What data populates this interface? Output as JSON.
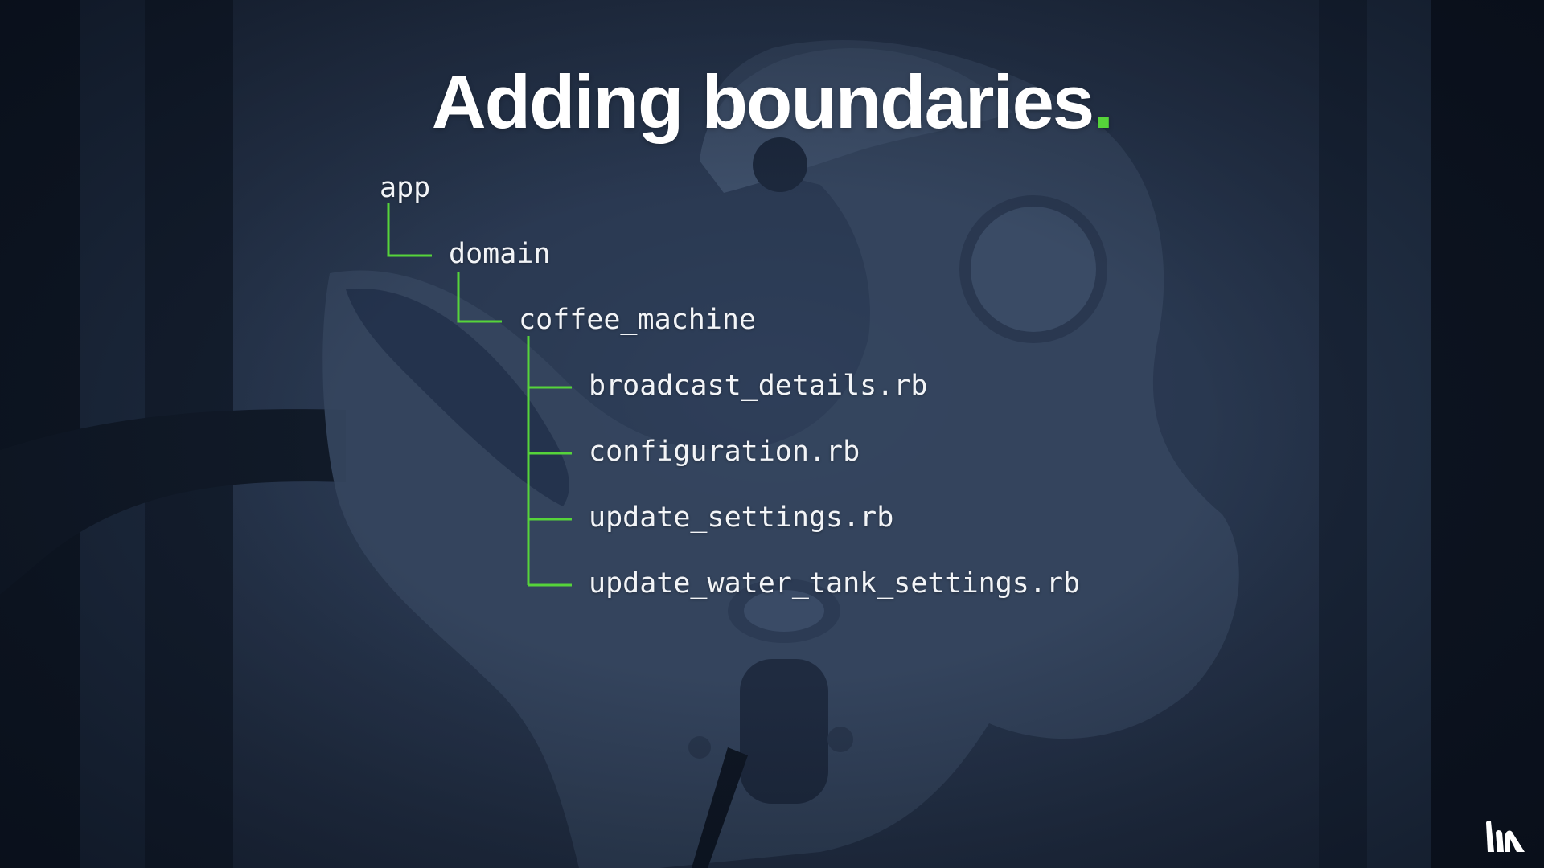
{
  "slide": {
    "title": "Adding boundaries",
    "title_accent": ".",
    "accent_color": "#56d43a"
  },
  "tree": {
    "root": "app",
    "level1": "domain",
    "level2": "coffee_machine",
    "files": [
      "broadcast_details.rb",
      "configuration.rb",
      "update_settings.rb",
      "update_water_tank_settings.rb"
    ]
  },
  "branding": {
    "logo_icon": "brand-logo-icon"
  }
}
